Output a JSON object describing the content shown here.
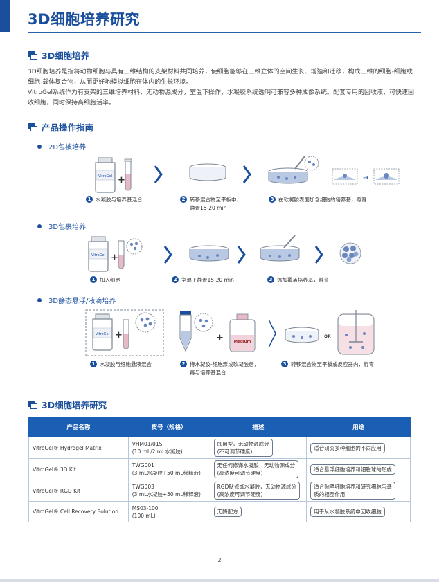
{
  "page": {
    "title": "3D细胞培养研究",
    "page_number": "2"
  },
  "section1": {
    "title": "3D细胞培养",
    "paragraph1": "3D细胞培养是指将动物细胞与具有三维结构的支架材料共同培养，使细胞能够在三维立体的空间生长、增殖和迁移，构成三维的细胞-细胞或细胞-载体复合物，从而更好地模拟细胞在体内的生长环境。",
    "paragraph2": "VitroGel系统作为有支架的三维培养材料，无动物源成分，室温下操作，水凝胶系统透明可兼容多种成像系统。配套专用的回收液，可快速回收细胞，同时保持高细胞活率。"
  },
  "section2": {
    "title": "产品操作指南",
    "sub1": {
      "title": "2D包被培养",
      "vial_label": "VitroGel",
      "steps": [
        {
          "n": "1",
          "text": "水凝胶与培养基混合"
        },
        {
          "n": "2",
          "text": "转移混合物至平板中，",
          "text2": "静置15-20 min"
        },
        {
          "n": "3",
          "text": "在软凝胶表面加含细胞的培养基，孵育"
        }
      ]
    },
    "sub2": {
      "title": "3D包裹培养",
      "vial_label": "VitroGel",
      "steps": [
        {
          "n": "1",
          "text": "加入细胞"
        },
        {
          "n": "2",
          "text": "室温下静置15-20 min"
        },
        {
          "n": "3",
          "text": "添加覆盖培养基，孵育"
        }
      ]
    },
    "sub3": {
      "title": "3D静态悬浮/液滴培养",
      "vial_label": "VitroGel",
      "medium_label": "Medium",
      "or_label": "OR",
      "steps": [
        {
          "n": "1",
          "text": "水凝胶与细胞悬液混合"
        },
        {
          "n": "2",
          "text": "待水凝胶-细胞形成软凝胶后，",
          "text2": "再与培养基混合"
        },
        {
          "n": "3",
          "text": "转移混合物至平板或反应器内，孵育"
        }
      ]
    }
  },
  "section3": {
    "title": "3D细胞培养研究",
    "columns": [
      "产品名称",
      "货号（规格）",
      "描述",
      "用途"
    ],
    "rows": [
      {
        "name": "VitroGel® Hydrogel Matrix",
        "sku1": "VHM01/01S",
        "sku2": "(10 mL/2 mL水凝胶)",
        "desc1": "即用型，无动物源成分",
        "desc2": "(不可调节硬度)",
        "use1": "适合研究多种细胞的不同应用",
        "use2": ""
      },
      {
        "name": "VitroGel® 3D Kit",
        "sku1": "TWG001",
        "sku2": "(3 mL水凝胶+50 mL稀释液)",
        "desc1": "无任何修饰水凝胶，无动物源成分",
        "desc2": "(高浓度可调节硬度)",
        "use1": "适合悬浮细胞培养和细胞球的形成",
        "use2": ""
      },
      {
        "name": "VitroGel® RGD Kit",
        "sku1": "TWG003",
        "sku2": "(3 mL水凝胶+50 mL稀释液)",
        "desc1": "RGD肽修饰水凝胶，无动物源成分",
        "desc2": "(高浓度可调节硬度)",
        "use1": "适合贴壁细胞培养和研究细胞与基",
        "use2": "质的相互作用"
      },
      {
        "name": "VitroGel® Cell Recovery Solution",
        "sku1": "MS03-100",
        "sku2": "(100 mL)",
        "desc1": "无酶配方",
        "desc2": "",
        "use1": "用于从水凝胶系统中回收细胞",
        "use2": ""
      }
    ]
  },
  "colors": {
    "brand": "#1a4f9c",
    "header": "#1a5fb4",
    "gel": "#9fb3d6"
  },
  "icons": [
    "vial-icon",
    "tube-icon",
    "dish-icon",
    "pipette-icon",
    "cell-cluster-icon",
    "bioreactor-icon",
    "chevron-right-icon",
    "plus-icon",
    "arrow-right-icon"
  ]
}
